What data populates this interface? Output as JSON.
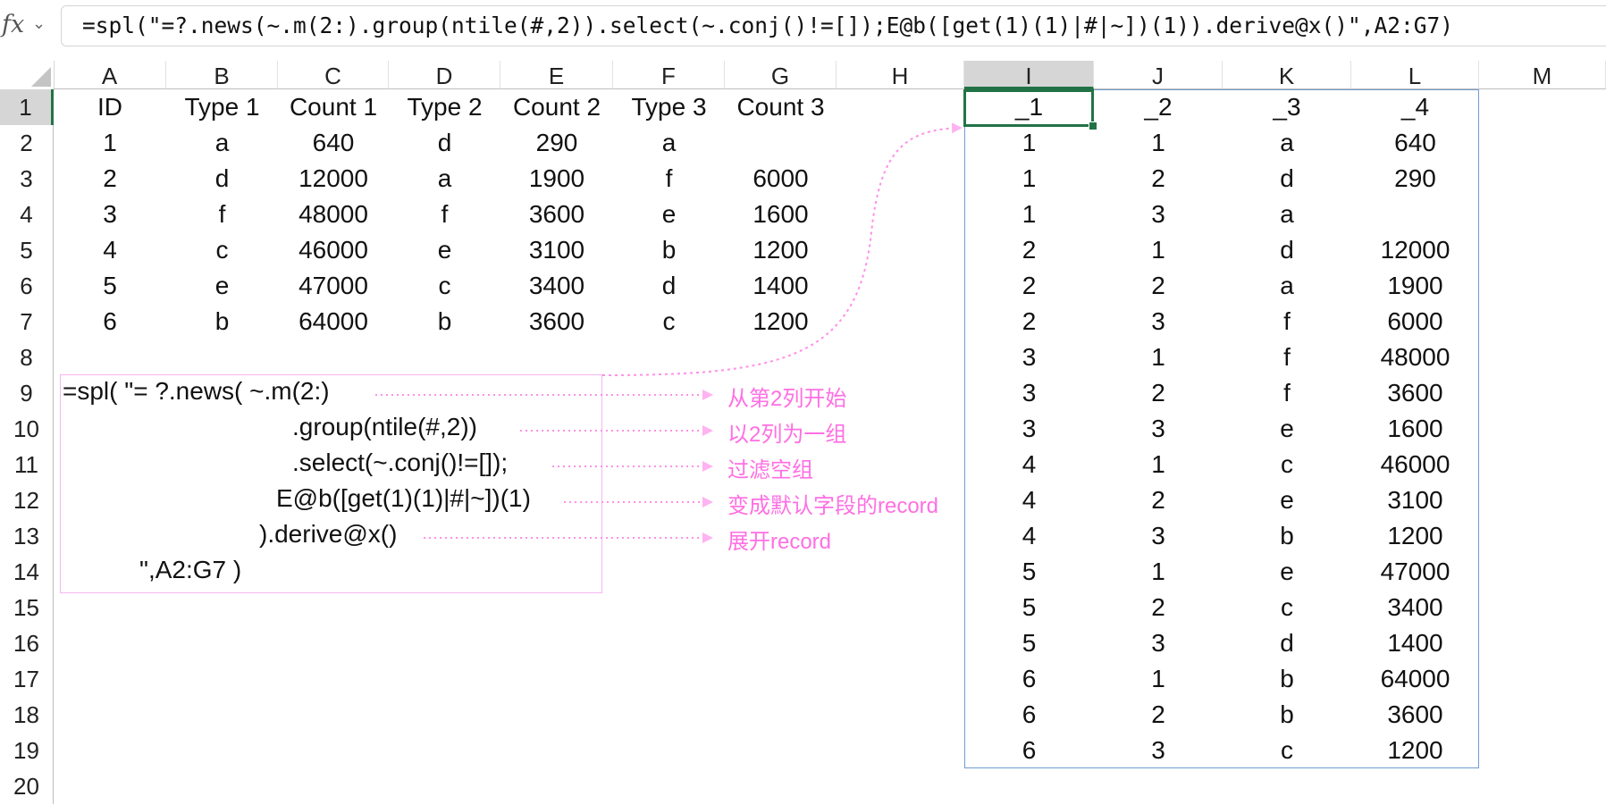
{
  "formula_bar": {
    "icon": "fx-icon",
    "formula": "=spl(\"=?.news(~.m(2:).group(ntile(#,2)).select(~.conj()!=[]);E@b([get(1)(1)|#|~])(1)).derive@x()\",A2:G7)"
  },
  "grid": {
    "columns": [
      "A",
      "B",
      "C",
      "D",
      "E",
      "F",
      "G",
      "H",
      "I",
      "J",
      "K",
      "L",
      "M"
    ],
    "selected_column": "I",
    "rows": [
      "1",
      "2",
      "3",
      "4",
      "5",
      "6",
      "7",
      "8",
      "9",
      "10",
      "11",
      "12",
      "13",
      "14",
      "15",
      "16",
      "17",
      "18",
      "19",
      "20"
    ],
    "selected_row": "1"
  },
  "source_table": {
    "headers": [
      "ID",
      "Type 1",
      "Count 1",
      "Type 2",
      "Count 2",
      "Type 3",
      "Count 3"
    ],
    "rows": [
      [
        "1",
        "a",
        "640",
        "d",
        "290",
        "a",
        ""
      ],
      [
        "2",
        "d",
        "12000",
        "a",
        "1900",
        "f",
        "6000"
      ],
      [
        "3",
        "f",
        "48000",
        "f",
        "3600",
        "e",
        "1600"
      ],
      [
        "4",
        "c",
        "46000",
        "e",
        "3100",
        "b",
        "1200"
      ],
      [
        "5",
        "e",
        "47000",
        "c",
        "3400",
        "d",
        "1400"
      ],
      [
        "6",
        "b",
        "64000",
        "b",
        "3600",
        "c",
        "1200"
      ]
    ]
  },
  "result_table": {
    "headers": [
      "_1",
      "_2",
      "_3",
      "_4"
    ],
    "rows": [
      [
        "1",
        "1",
        "a",
        "640"
      ],
      [
        "1",
        "2",
        "d",
        "290"
      ],
      [
        "1",
        "3",
        "a",
        ""
      ],
      [
        "2",
        "1",
        "d",
        "12000"
      ],
      [
        "2",
        "2",
        "a",
        "1900"
      ],
      [
        "2",
        "3",
        "f",
        "6000"
      ],
      [
        "3",
        "1",
        "f",
        "48000"
      ],
      [
        "3",
        "2",
        "f",
        "3600"
      ],
      [
        "3",
        "3",
        "e",
        "1600"
      ],
      [
        "4",
        "1",
        "c",
        "46000"
      ],
      [
        "4",
        "2",
        "e",
        "3100"
      ],
      [
        "4",
        "3",
        "b",
        "1200"
      ],
      [
        "5",
        "1",
        "e",
        "47000"
      ],
      [
        "5",
        "2",
        "c",
        "3400"
      ],
      [
        "5",
        "3",
        "d",
        "1400"
      ],
      [
        "6",
        "1",
        "b",
        "64000"
      ],
      [
        "6",
        "2",
        "b",
        "3600"
      ],
      [
        "6",
        "3",
        "c",
        "1200"
      ]
    ]
  },
  "explanation": {
    "code_lines": [
      "=spl( \"= ?.news( ~.m(2:)",
      ".group(ntile(#,2))",
      ".select(~.conj()!=[]);",
      "E@b([get(1)(1)|#|~])(1)",
      ").derive@x()",
      "\",A2:G7 )"
    ],
    "notes": [
      "从第2列开始",
      "以2列为一组",
      "过滤空组",
      "变成默认字段的record",
      "展开record"
    ]
  },
  "colors": {
    "annotation_pink": "#ff6fe3",
    "selection_green": "#217346",
    "output_border": "#6f9bd1"
  }
}
